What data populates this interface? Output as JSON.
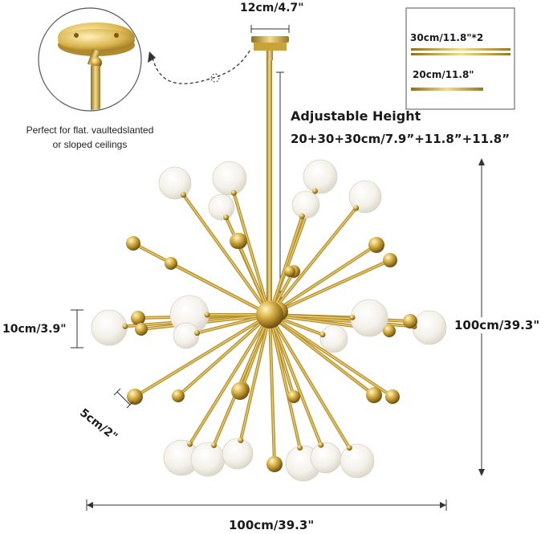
{
  "canopy_width": "12cm/4.7\"",
  "adjustable": {
    "title": "Adjustable Height",
    "detail": "20+30+30cm/7.9”+11.8”+11.8”"
  },
  "rods": {
    "long": "30cm/11.8\"*2",
    "short": "20cm/11.8\""
  },
  "ceiling_note": {
    "line1": "Perfect for flat. vaultedslanted",
    "line2": "or sloped ceilings"
  },
  "dims": {
    "globe": "10cm/3.9\"",
    "ball": "5cm/2\"",
    "height": "100cm/39.3\"",
    "width": "100cm/39.3\""
  },
  "colors": {
    "gold": "#c9a23a",
    "gold_dark": "#8f6e1e",
    "gold_light": "#f2dc8a",
    "glass": "#f6f4ee",
    "line": "#333333"
  },
  "icons": [
    "mount-detail-icon",
    "chandelier-icon"
  ]
}
